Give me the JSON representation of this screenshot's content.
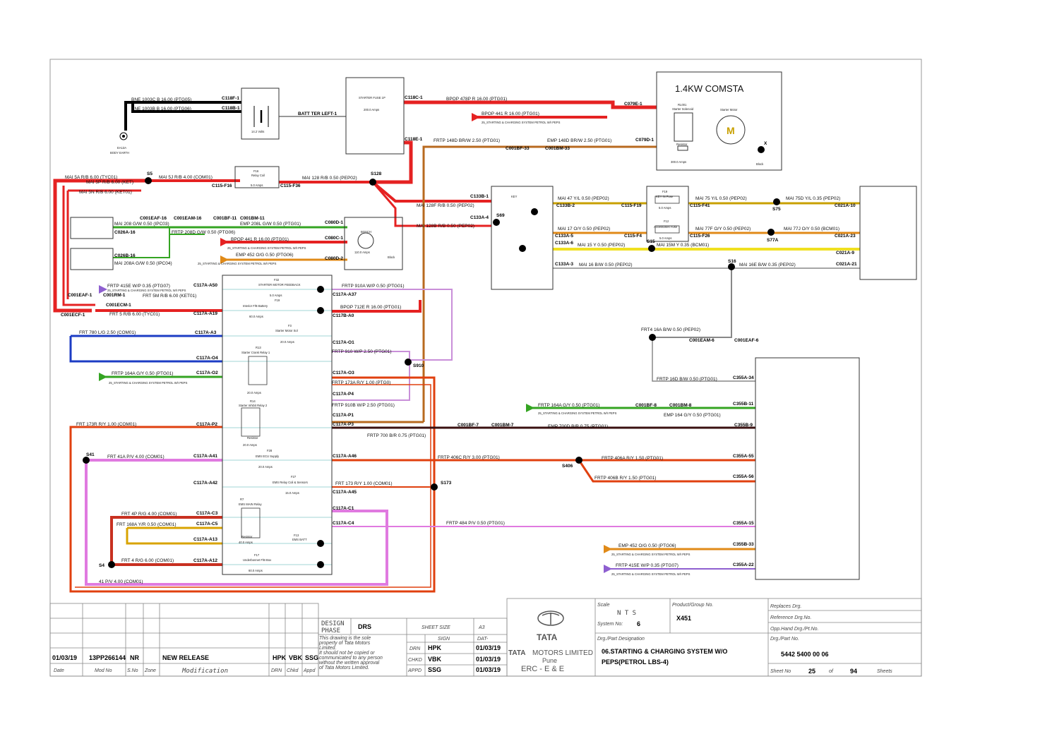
{
  "battery": {
    "top": "BNE   1003C   B   16.00   (PTG05)",
    "bot": "BNE   1003B   B   16.00   (PTG06)",
    "c_top": "C118F-1",
    "c_bot": "C118B-1",
    "volts": "14.2 Volts",
    "batt": "BATT TER LEFT-1",
    "earth_code": "EA13A",
    "earth": "BODY EARTH"
  },
  "starter_fuse": {
    "name": "STARTER FUSE 1P",
    "amps": "200.0 Amps",
    "c1": "C118C-1",
    "c2": "C118E-1"
  },
  "comsta": {
    "title": "1.4KW COMSTA",
    "rl": "RL001",
    "solenoid": "Starter Solenoid",
    "motor": "Starter Motor",
    "m": "M",
    "resistor": "Resistor",
    "amps": "300.0 Amps",
    "x": "X",
    "block": "Block",
    "c_top": "C079E-1",
    "c_bot": "C079D-1"
  },
  "wires_top": {
    "w1": "BPOP   478P   R   16.00   (PTG01)",
    "w2": "BPOP   441   R   16.00   (PTG01)",
    "note": "25_STARTING & CHARGING SYSTEM PETROL W/I PEPS",
    "w3": "FRTP   148D   BR/W   2.50   (PTG01)",
    "w4": "EMP   148D   BR/W   2.50   (PTG01)",
    "c1": "C001BF-33",
    "c2": "C001BM-33"
  },
  "left": {
    "mai5a": "MAI   5A   R/B   6.00   (TYC01)",
    "mai5p": "MAI   5P   R/B   6.00   (KET)",
    "mai5n": "MAI   5N   R/B   6.00   (KET01)",
    "s5": "S5",
    "mai5j": "MAI   5J   R/B   4.00   (COM01)",
    "c115f16": "C115-F16",
    "f16": "F16",
    "f16n": "Relay Coil",
    "f16a": "5.0 Amps",
    "c115f36": "C115-F36",
    "mai128": "MAI   128   R/B   0.50   (PEP02)",
    "s128": "S128"
  },
  "mid": {
    "c001eaf16": "C001EAF-16",
    "c001eam16": "C001EAM-16",
    "c001bf11": "C001BF-11",
    "c001bm11": "C001BM-11",
    "mai208": "MAI   208   G/W   0.50   (IPC03)",
    "emp208l": "EMP   208L   G/W   0.50   (PTG01)",
    "c026a16": "C026A-16",
    "frtp208d": "FRTP   208D   G/W   0.50   (PTG06)",
    "c080d1": "C080D-1",
    "c080c1": "C080C-1",
    "bpop441": "BPOP   441   R   16.00   (PTG01)",
    "c026b16": "C026B-16",
    "emp452": "EMP   452   O/G   0.50   (PTG06)",
    "c080d2": "C080D-2",
    "mai208a": "MAI   208A   G/W   0.50   (IPC04)",
    "note": "25_STARTING & CHARGING SYSTEM PETROL W/I PEPS",
    "bosch": "BOSCH",
    "bosch_a": "110.0 Amps",
    "block": "Block"
  },
  "key": {
    "name": "KEY",
    "s69": "S69",
    "c133b1": "C133B-1",
    "c133a4": "C133A-4",
    "mai128f": "MAI   128F   R/B   0.50   (PEP02)",
    "mai128b": "MAI   128B   R/B   0.50   (PEP02)",
    "mai47": "MAI   47   Y/L   0.50   (PEP02)",
    "c133b2": "C133B-2",
    "c115f19": "C115-F19",
    "f19": "F19",
    "f19n": "KEY IN Fuse",
    "f19a": "5.0 Amps",
    "c115f41": "C115-F41",
    "mai75": "MAI   75   Y/L   0.50   (PEP02)",
    "s75": "S75",
    "mai75d": "MAI   75D   Y/L   0.35   (PEP02)",
    "c021a10": "C021A-10",
    "mai17": "MAI   17   O/Y   0.50   (PEP02)",
    "c133a5": "C133A-5",
    "c115f4": "C115-F4",
    "f12": "F12",
    "f12n": "Accessories Fuse",
    "f12a": "5.0 Amps",
    "c115f26": "C115-F26",
    "mai77f": "MAI   77F   O/Y   0.50   (PEP02)",
    "s77a": "S77A",
    "mai77j": "MAI   77J   O/Y   0.50   (BCM01)",
    "c021a23": "C021A-23",
    "c133a6": "C133A-6",
    "mai15": "MAI   15   Y   0.50   (PEP02)",
    "s15": "S15",
    "mai15m": "MAI   15M   Y   0.35   (BCM01)",
    "c021a9": "C021A-9",
    "c133a3": "C133A-3",
    "mai16": "MAI   16   B/W   0.50   (PEP02)",
    "s16": "S16",
    "mai16e": "MAI   16E   B/W   0.35   (PEP02)",
    "c021a21": "C021A-21"
  },
  "fusebox_left": {
    "frtp415e": "FRTP   415E   W/P   0.35   (PTG07)",
    "c001eaf1": "C001EAF-1",
    "c001rm1": "C001RM-1",
    "frt5m": "FRT   5M   R/B   6.00   (KET01)",
    "c001ecm1": "C001ECM-1",
    "frt5": "FRT   5   R/B   6.00   (TYC01)",
    "c001ecf1": "C001ECF-1",
    "frt780": "FRT   780   L/G   2.50   (COM01)",
    "frtp164a": "FRTP   164A   G/Y   0.50   (PTG01)",
    "frt173r": "FRT   173R   R/Y   1.00   (COM01)",
    "s41": "S41",
    "frt41a": "FRT   41A   P/V   4.00   (COM01)",
    "frt4p": "FRT   4P   R/G   4.00   (COM01)",
    "frt168a": "FRT   168A   Y/R   0.50   (COM01)",
    "s4": "S4",
    "frt4": "FRT   4   R/G   6.00   (COM01)",
    "w41": "41   P/V   4.00   (COM01)",
    "note": "25_STARTING & CHARGING SYSTEM PETROL W/I PEPS"
  },
  "fusebox": {
    "a50": "C117A-A50",
    "a19": "C117A-A19",
    "a3": "C117A-A3",
    "a4": "C117A-O4",
    "o2": "C117A-O2",
    "p2": "C117A-P2",
    "a41": "C117A-A41",
    "a42": "C117A-A42",
    "c3": "C117A-C3",
    "c5": "C117A-C5",
    "a13": "C117A-A13",
    "a12": "C117A-A12",
    "a37": "C117A-A37",
    "b40": "C117B-A0",
    "o1": "C117A-O1",
    "o3": "C117A-O3",
    "p4": "C117A-P4",
    "p1": "C117A-P1",
    "p3": "C117A-P3",
    "a46": "C117A-A46",
    "a45": "C117A-A45",
    "c1": "C117A-C1",
    "c4": "C117A-C4",
    "f32": "F32",
    "f32n": "STARTER MOTOR FEEDBACK",
    "f32a": "5.0 Amps",
    "f19": "F19",
    "f19n": "Interior F/B Battery",
    "f19a": "60.0 Amps",
    "f3": "F3",
    "f3n": "Starter Motor Sol",
    "f3a": "20.0 Amps",
    "r13": "R13",
    "r13n": "Starter Crank Relay 1",
    "r13a": "20.0 Amps",
    "r14": "R14",
    "r14n": "Starter Inhibit Relay 2",
    "r14r": "Resistor",
    "r14a": "20.0 Amps",
    "f28": "F28",
    "f28n": "EMS ECU Supply",
    "f28a": "20.0 Amps",
    "f27": "F27",
    "f27n": "EMS Relay Coil & Sensors",
    "f27a": "15.0 Amps",
    "r7": "R7",
    "r7n": "EMS MAIN Relay",
    "r7r": "Resistor",
    "r7a": "40.0 Amps",
    "f13": "F13",
    "f13n": "EMS BATT",
    "f17": "F17",
    "f17n": "Underbonnet F/B Box",
    "f17a": "60.0 Amps"
  },
  "right_mid": {
    "frtp910a": "FRTP   910A   W/P   0.50   (PTG01)",
    "bpop712e": "BPOP   712E   R   16.00   (PTG01)",
    "frtp910": "FRTP   910   W/P   2.50   (PTG01)",
    "s910": "S910",
    "frtp173a": "FRTP   173A   R/Y   1.00   (PTG0)",
    "frtp910b": "FRTP   910B   W/P   2.50   (PTG01)",
    "frtp700": "FRTP   700   B/R   0.75   (PTG01)",
    "c001bf7": "C001BF-7",
    "c001bm7": "C001BM-7",
    "emp700d": "EMP   700D   B/R   0.75   (PTG01)",
    "c355b9": "C355B-9",
    "frtp406c": "FRTP   406C   R/Y   3.00   (PTG01)",
    "s406": "S406",
    "frtp406a": "FRTP   406A   R/Y   1.50   (PTG01)",
    "c355a55": "C355A-55",
    "frtp406b": "FRTP   406B   R/Y   1.50   (PTG01)",
    "c355a56": "C355A-56",
    "frt173": "FRT   173   R/Y   1.00   (COM01)",
    "s173": "S173",
    "frtp484": "FRTP   484   P/V   0.50   (PTG01)",
    "c355a15": "C355A-15",
    "frt416a": "FRT4   16A   B/W   0.50   (PEP02)",
    "c001eam6": "C001EAM-6",
    "c001eaf6": "C001EAF-6",
    "frtp16d": "FRTP   16D   B/W   0.50   (PTG01)",
    "c355a34": "C355A-34",
    "frtp164a": "FRTP   164A   G/Y   0.50   (PTG01)",
    "c001bf8": "C001BF-8",
    "c001bm8": "C001BM-8",
    "emp164": "EMP   164   G/Y   0.50   (PTG01)",
    "c355b11": "C355B-11",
    "emp452": "EMP   452   O/G   0.50   (PTG06)",
    "c355b33": "C355B-33",
    "frtp415e": "FRTP   415E   W/P   0.35   (PTG07)",
    "c355a22": "C355A-22",
    "note": "25_STARTING & CHARGING SYSTEM PETROL W/I PEPS"
  },
  "title_block": {
    "date": "01/03/19",
    "modno": "13PP266144",
    "sno": "NR",
    "desc": "NEW RELEASE",
    "drn": "HPK",
    "chkd": "VBK",
    "appd": "SSG",
    "h_date": "Date",
    "h_mod": "Mod No",
    "h_sno": "S.No",
    "h_zone": "Zone",
    "h_modif": "Modification",
    "h_drn": "DRN",
    "h_chkd": "Chkd",
    "h_appd": "Appd",
    "design": "DESIGN",
    "phase": "PHASE",
    "drs": "DRS",
    "sheet_size": "SHEET SIZE",
    "a3": "A3",
    "sign": "SIGN",
    "dat": "DAT-",
    "prop1": "This drawing is the sole",
    "prop2": "property of Tata Motors",
    "prop3": "Limited.",
    "prop4": "It should not be copied or",
    "prop5": "communicated to any person",
    "prop6": "without the written approval",
    "prop7": "of Tata Motors Limited.",
    "r_drn": "DRN",
    "r_chkd": "CHKD",
    "r_appd": "APPD",
    "v_drn": "HPK",
    "v_chkd": "VBK",
    "v_appd": "SSG",
    "d1": "01/03/19",
    "d2": "01/03/19",
    "d3": "01/03/19",
    "logo": "TATA",
    "company1": "TATA",
    "company2": "MOTORS LIMITED",
    "city": "Pune",
    "erc": "ERC  -  E & E",
    "scale_lbl": "Scale",
    "scale": "N T S",
    "sys_lbl": "System No:",
    "sys": "6",
    "pg_lbl": "Product/Group No.",
    "pg": "X451",
    "desig_lbl": "Drg./Part Designation",
    "desig1": "06.STARTING & CHARGING SYSTEM W/O",
    "desig2": "PEPS(PETROL LBS-4)",
    "rep": "Replaces Drg.",
    "ref": "Reference Drg.No.",
    "opp": "Opp.Hand Drg./Pt.No.",
    "drgno_lbl": "Drg./Part No.",
    "drgno": "5442 5400 00 06",
    "sheet_lbl": "Sheet No",
    "sheet": "25",
    "of": "of",
    "total": "94",
    "sheets": "Sheets"
  }
}
